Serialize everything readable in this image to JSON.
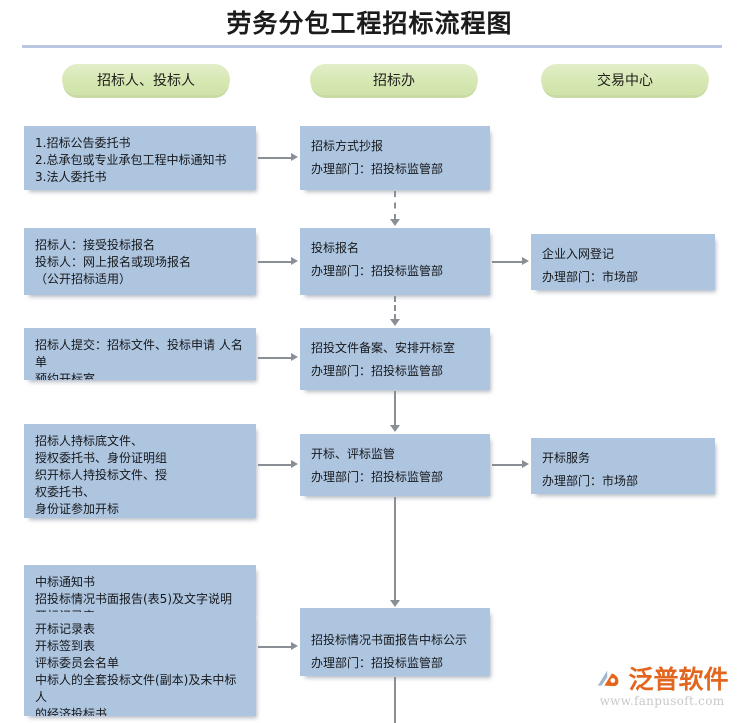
{
  "page": {
    "title": "劳务分包工程招标流程图",
    "box_fill": "#aec5e0",
    "pill_fill": "#d7e8b4",
    "connector_color": "#8a8f95",
    "rule_color": "#b9c8e0"
  },
  "lanes": [
    {
      "id": "lane-bidder",
      "label": "招标人、投标人"
    },
    {
      "id": "lane-bid-office",
      "label": "招标办"
    },
    {
      "id": "lane-trade-center",
      "label": "交易中心"
    }
  ],
  "nodes": {
    "c1n1": "1.招标公告委托书\n2.总承包或专业承包工程中标通知书\n3.法人委托书",
    "c1n2": "招标人：接受投标报名\n投标人：网上报名或现场报名\n（公开招标适用）",
    "c1n3": "招标人提交：招标文件、投标申请 人名单\n预约开标室",
    "c1n4": "招标人持标底文件、\n授权委托书、身份证明组\n织开标人持投标文件、授\n权委托书、\n身份证参加开标",
    "c1n5": "中标通知书\n招投标情况书面报告(表5)及文字说明\n开标记录表",
    "c1n6": "开标记录表\n开标签到表\n评标委员会名单\n中标人的全套投标文件(副本)及未中标人\n的经济投标书\n评标过程资料:专家打分表及汇总表等",
    "c2n1": "招标方式抄报\n办理部门：招投标监管部",
    "c2n2": "投标报名\n办理部门：招投标监管部",
    "c2n3": "招投文件备案、安排开标室\n办理部门：招投标监管部",
    "c2n4": "开标、评标监管\n办理部门：招投标监管部",
    "c2n5strip": "",
    "c2n5": "招投标情况书面报告中标公示\n办理部门：招投标监管部",
    "c3n1": "企业入网登记\n办理部门：市场部",
    "c3n2": "开标服务\n办理部门：市场部"
  },
  "watermark": {
    "brand": "泛普软件",
    "url": "www.fanpusoft.com"
  }
}
